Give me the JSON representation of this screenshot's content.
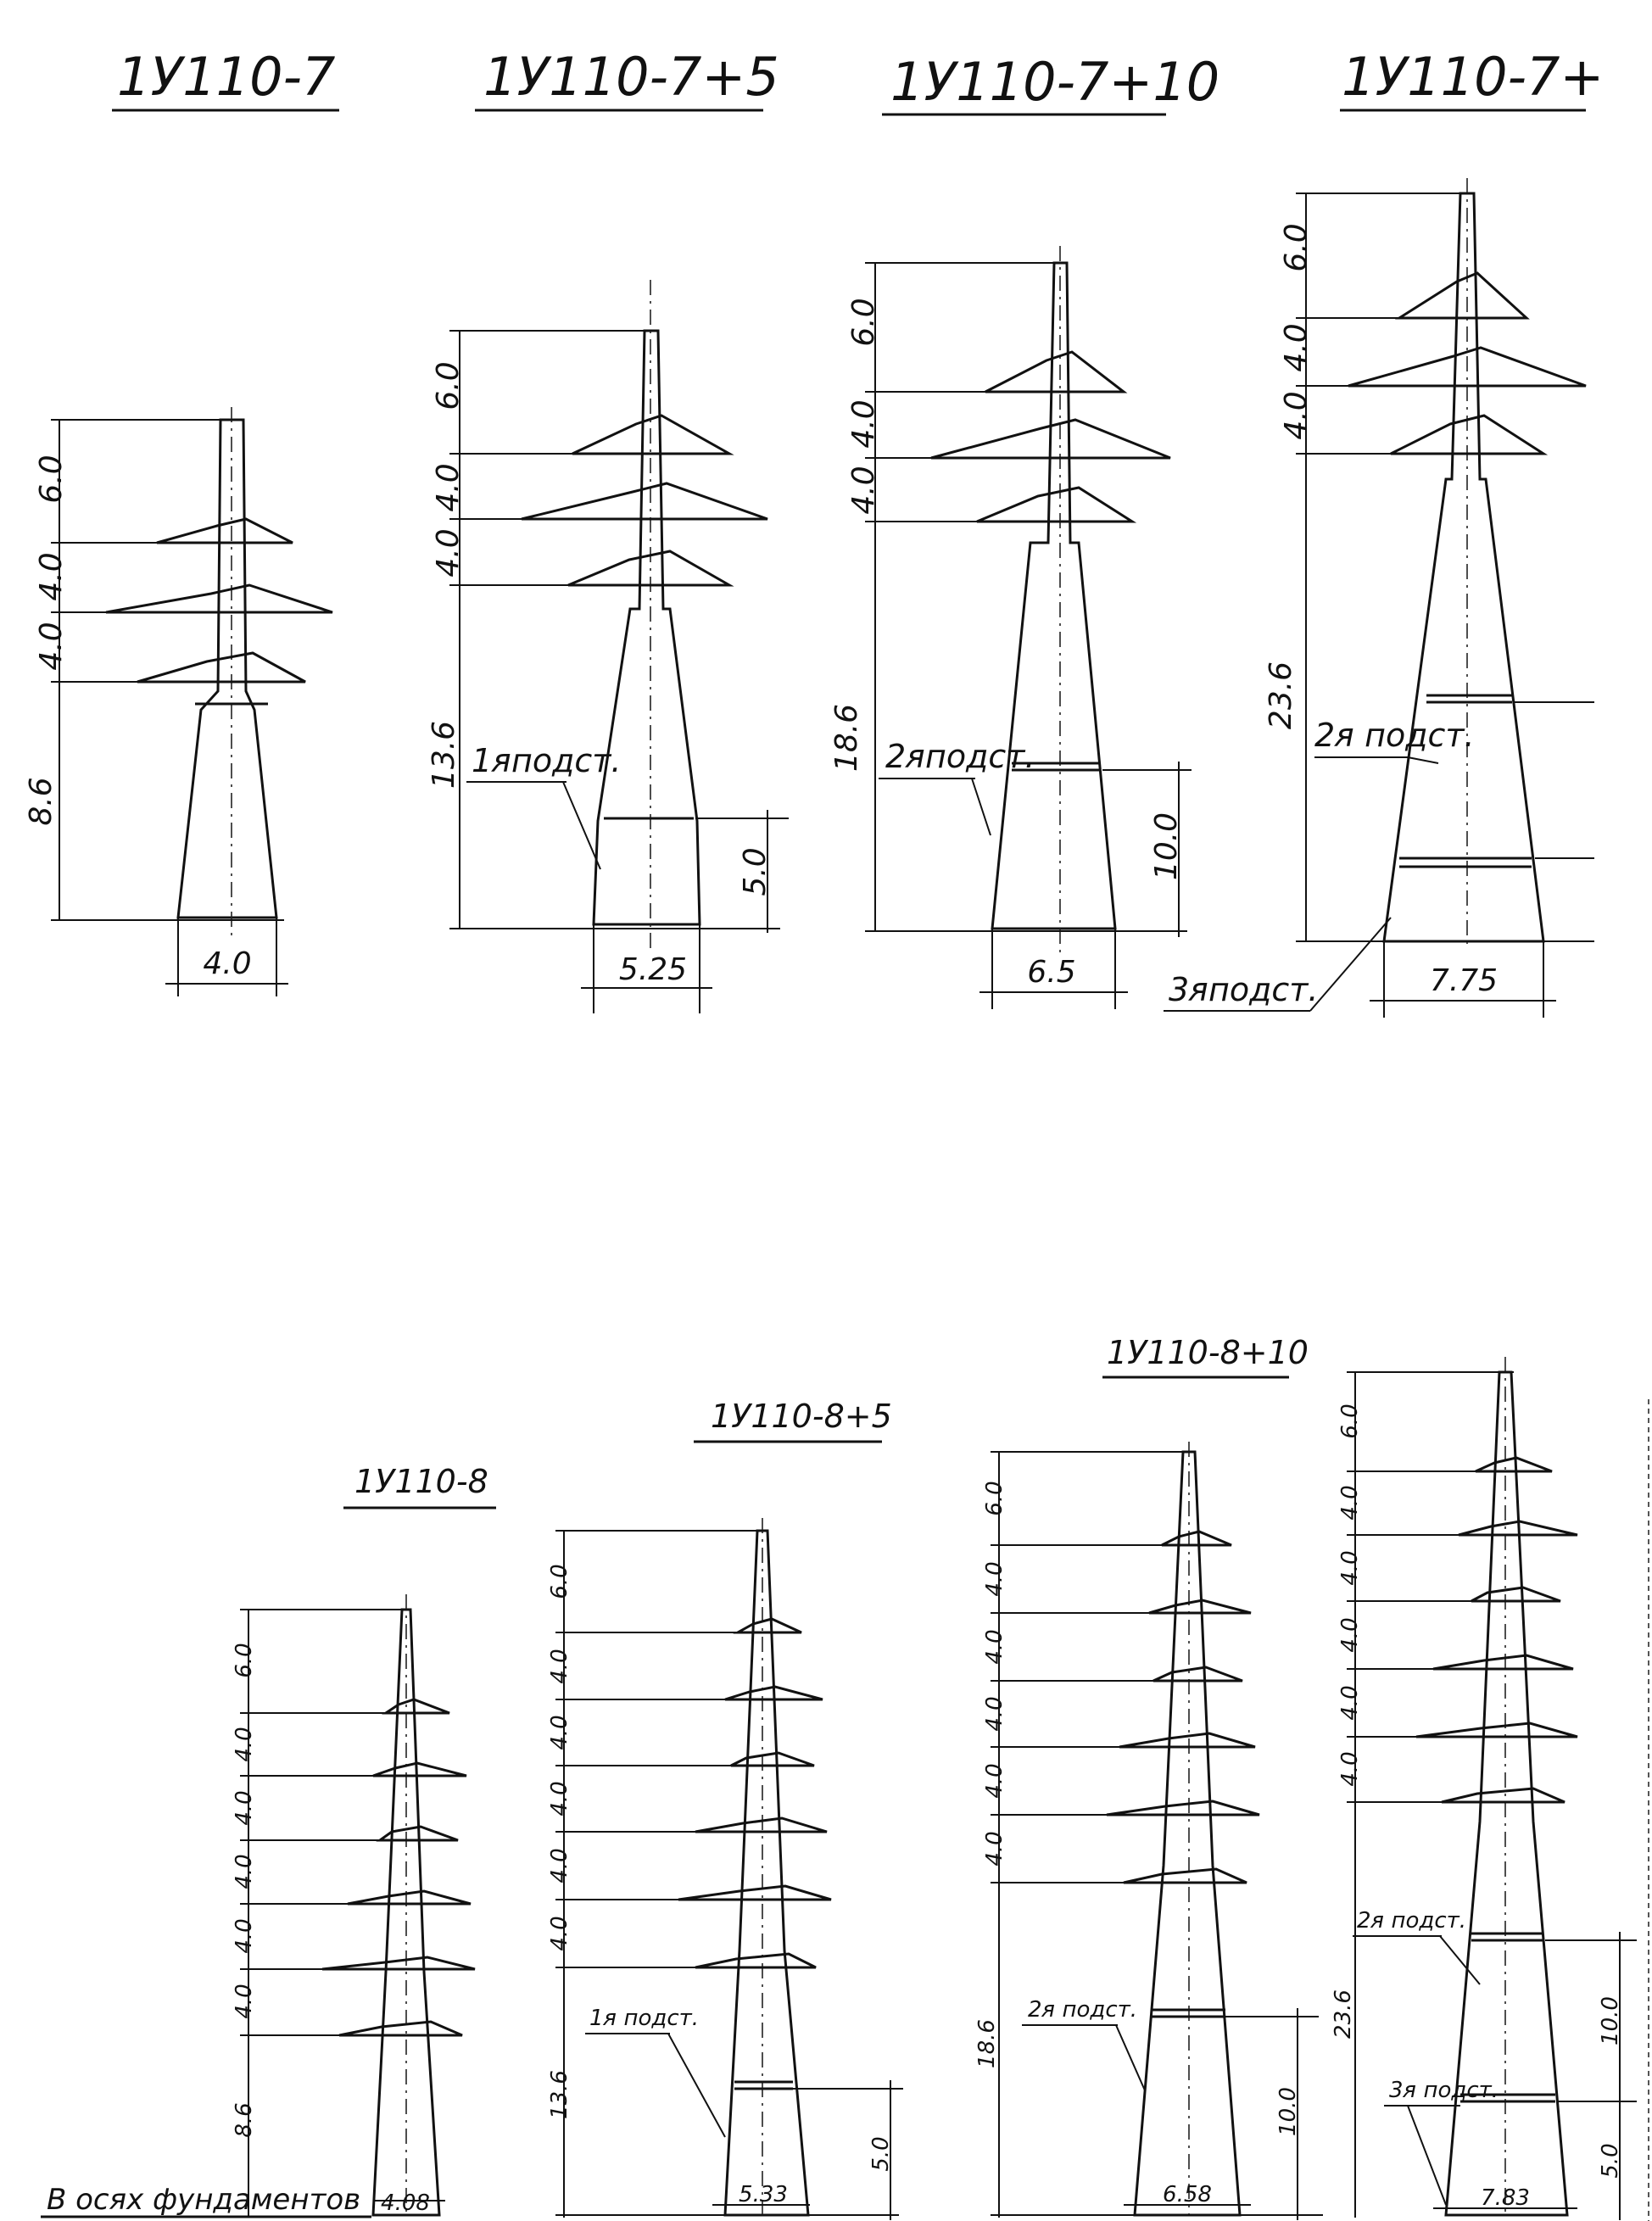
{
  "drawing": {
    "top_row": [
      {
        "title": "1У110-7",
        "dims": [
          "6.0",
          "4.0",
          "4.0",
          "8.6"
        ],
        "base": "4.0"
      },
      {
        "title": "1У110-7+5",
        "dims": [
          "6.0",
          "4.0",
          "4.0",
          "13.6"
        ],
        "section_label": "1ᴙподст.",
        "section_height": "5.0",
        "base": "5.25"
      },
      {
        "title": "1У110-7+10",
        "dims": [
          "6.0",
          "4.0",
          "4.0",
          "18.6"
        ],
        "section_label": "2ᴙподст.",
        "section_height": "10.0",
        "base": "6.5"
      },
      {
        "title": "1У110-7+",
        "dims": [
          "6.0",
          "4.0",
          "4.0",
          "23.6"
        ],
        "section_label": "2ᴙ подст.",
        "section_label_low": "3ᴙподст.",
        "base": "7.75"
      }
    ],
    "bottom_row": [
      {
        "title": "1У110-8",
        "dims": [
          "6.0",
          "4.0",
          "4.0",
          "4.0",
          "4.0",
          "4.0",
          "8.6"
        ],
        "base": "4.08",
        "footnote": "В осях фундаментов"
      },
      {
        "title": "1У110-8+5",
        "dims": [
          "6.0",
          "4.0",
          "4.0",
          "4.0",
          "4.0",
          "4.0",
          "13.6"
        ],
        "section_label": "1ᴙ подст.",
        "section_height": "5.0",
        "base": "5.33"
      },
      {
        "title": "1У110-8+10",
        "dims": [
          "6.0",
          "4.0",
          "4.0",
          "4.0",
          "4.0",
          "4.0",
          "18.6"
        ],
        "section_label": "2ᴙ подст.",
        "section_height": "10.0",
        "base": "6.58"
      },
      {
        "dims": [
          "6.0",
          "4.0",
          "4.0",
          "4.0",
          "4.0",
          "4.0",
          "23.6"
        ],
        "section_label": "2ᴙ подст.",
        "section_label_low": "3ᴙ подст.",
        "section_height": "10.0",
        "section_height_low": "5.0",
        "base": "7.83"
      }
    ]
  }
}
